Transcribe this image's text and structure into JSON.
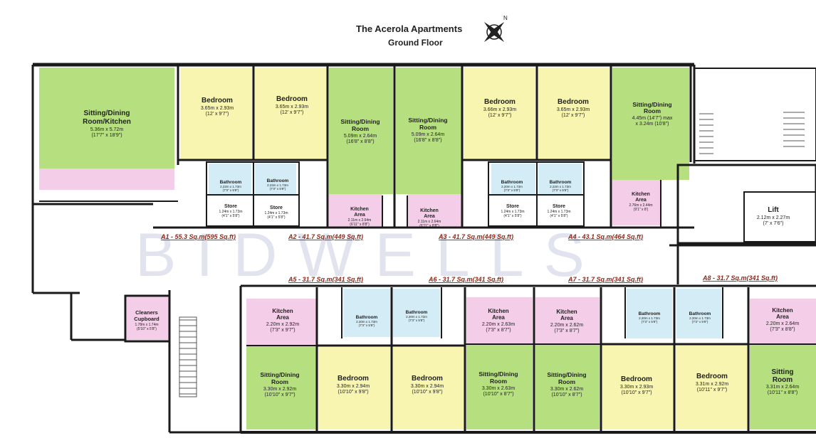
{
  "header": {
    "title": "The Acerola Apartments",
    "subtitle": "Ground Floor"
  },
  "watermark": "BIDWELLS",
  "colors": {
    "sitting": "#b6e07f",
    "bedroom": "#f7f5b0",
    "bathroom": "#d4ecf5",
    "kitchen": "#f4cde8",
    "wall": "#1a1a1a"
  },
  "rooms": {
    "a1_sitting": {
      "name1": "Sitting/Dining",
      "name2": "Room/Kitchen",
      "d1": "5.36m x 5.72m",
      "d2": "(17'7\" x 18'9\")"
    },
    "a1_bed": {
      "name": "Bedroom",
      "d1": "3.65m x 2.93m",
      "d2": "(12' x 9'7\")"
    },
    "a1_bath": {
      "name": "Bathroom",
      "d1": "2.22m x 1.73m",
      "d2": "(7'3\" x 5'8\")"
    },
    "a1_store": {
      "name": "Store",
      "d1": "1.24m x 1.73m",
      "d2": "(4'1\" x 5'8\")"
    },
    "a2_bed": {
      "name": "Bedroom",
      "d1": "3.65m x 2.93m",
      "d2": "(12' x 9'7\")"
    },
    "a2_bath": {
      "name": "Bathroom",
      "d1": "2.22m x 1.73m",
      "d2": "(7'3\" x 5'8\")"
    },
    "a2_store": {
      "name": "Store",
      "d1": "1.24m x 1.73m",
      "d2": "(4'1\" x 5'8\")"
    },
    "a2_sitting": {
      "name1": "Sitting/Dining",
      "name2": "Room",
      "d1": "5.09m x 2.64m",
      "d2": "(16'8\" x 8'8\")"
    },
    "a2_kitchen": {
      "name1": "Kitchen",
      "name2": "Area",
      "d1": "2.11m x 2.64m",
      "d2": "(6'11\" x 8'8\")"
    },
    "a3_sitting": {
      "name1": "Sitting/Dining",
      "name2": "Room",
      "d1": "5.09m x 2.64m",
      "d2": "(16'8\" x 8'8\")"
    },
    "a3_kitchen": {
      "name1": "Kitchen",
      "name2": "Area",
      "d1": "2.11m x 2.64m",
      "d2": "(6'11\" x 8'8\")"
    },
    "a3_bed": {
      "name": "Bedroom",
      "d1": "3.66m x 2.93m",
      "d2": "(12' x 9'7\")"
    },
    "a3_bath": {
      "name": "Bathroom",
      "d1": "2.20m x 1.73m",
      "d2": "(7'3\" x 5'8\")"
    },
    "a3_store": {
      "name": "Store",
      "d1": "1.24m x 1.73m",
      "d2": "(4'1\" x 5'8\")"
    },
    "a4_bed": {
      "name": "Bedroom",
      "d1": "3.65m x 2.93m",
      "d2": "(12' x 9'7\")"
    },
    "a4_bath": {
      "name": "Bathroom",
      "d1": "2.22m x 1.73m",
      "d2": "(7'3\" x 5'8\")"
    },
    "a4_store": {
      "name": "Store",
      "d1": "1.24m x 1.73m",
      "d2": "(4'1\" x 5'8\")"
    },
    "a4_sitting": {
      "name1": "Sitting/Dining",
      "name2": "Room",
      "d1": "4.45m (14'7\") max",
      "d2": "x 3.24m (10'8\")"
    },
    "a4_kitchen": {
      "name1": "Kitchen",
      "name2": "Area",
      "d1": "2.76m x 2.44m",
      "d2": "(9'1\" x 8')"
    },
    "lift": {
      "name": "Lift",
      "d1": "2.12m x 2.27m",
      "d2": "(7' x 7'6\")"
    },
    "cleaners": {
      "name1": "Cleaners",
      "name2": "Cupboard",
      "d1": "1.78m x 1.74m",
      "d2": "(5'10\" x 5'8\")"
    },
    "a5_kitchen": {
      "name1": "Kitchen",
      "name2": "Area",
      "d1": "2.20m x 2.92m",
      "d2": "(7'3\" x 9'7\")"
    },
    "a5_bath": {
      "name": "Bathroom",
      "d1": "2.20m x 1.73m",
      "d2": "(7'3\" x 5'8\")"
    },
    "a5_sitting": {
      "name1": "Sitting/Dining",
      "name2": "Room",
      "d1": "3.30m x 2.92m",
      "d2": "(10'10\" x 9'7\")"
    },
    "a5_bed": {
      "name": "Bedroom",
      "d1": "3.30m x 2.94m",
      "d2": "(10'10\" x 9'8\")"
    },
    "a6_bath": {
      "name": "Bathroom",
      "d1": "2.20m x 1.72m",
      "d2": "(7'3\" x 5'8\")"
    },
    "a6_bed": {
      "name": "Bedroom",
      "d1": "3.30m x 2.94m",
      "d2": "(10'10\" x 9'8\")"
    },
    "a6_kitchen": {
      "name1": "Kitchen",
      "name2": "Area",
      "d1": "2.20m x 2.63m",
      "d2": "(7'3\" x 8'7\")"
    },
    "a6_sitting": {
      "name1": "Sitting/Dining",
      "name2": "Room",
      "d1": "3.30m x 2.63m",
      "d2": "(10'10\" x 8'7\")"
    },
    "a7_kitchen": {
      "name1": "Kitchen",
      "name2": "Area",
      "d1": "2.20m x 2.62m",
      "d2": "(7'3\" x 8'7\")"
    },
    "a7_sitting": {
      "name1": "Sitting/Dining",
      "name2": "Room",
      "d1": "3.30m x 2.62m",
      "d2": "(10'10\" x 8'7\")"
    },
    "a7_bath": {
      "name": "Bathroom",
      "d1": "2.20m x 1.73m",
      "d2": "(7'3\" x 5'8\")"
    },
    "a7_bed": {
      "name": "Bedroom",
      "d1": "3.30m x 2.93m",
      "d2": "(10'10\" x 9'7\")"
    },
    "a8_bath": {
      "name": "Bathroom",
      "d1": "2.20m x 1.73m",
      "d2": "(7'3\" x 5'8\")"
    },
    "a8_bed": {
      "name": "Bedroom",
      "d1": "3.31m x 2.92m",
      "d2": "(10'11\" x 9'7\")"
    },
    "a8_kitchen": {
      "name1": "Kitchen",
      "name2": "Area",
      "d1": "2.20m x 2.64m",
      "d2": "(7'3\" x 8'8\")"
    },
    "a8_sitting": {
      "name1": "Sitting",
      "name2": "Room",
      "d1": "3.31m x 2.64m",
      "d2": "(10'11\" x 8'8\")"
    }
  },
  "units": {
    "a1": "A1 - 55.3 Sq.m(595 Sq.ft)",
    "a2": "A2 - 41.7 Sq.m(449 Sq.ft)",
    "a3": "A3 - 41.7 Sq.m(449 Sq.ft)",
    "a4": "A4 - 43.1 Sq.m(464 Sq.ft)",
    "a5": "A5 - 31.7 Sq.m(341 Sq.ft)",
    "a6": "A6 - 31.7 Sq.m(341 Sq.ft)",
    "a7": "A7 - 31.7 Sq.m(341 Sq.ft)",
    "a8": "A8 - 31.7 Sq.m(341 Sq.ft)"
  }
}
